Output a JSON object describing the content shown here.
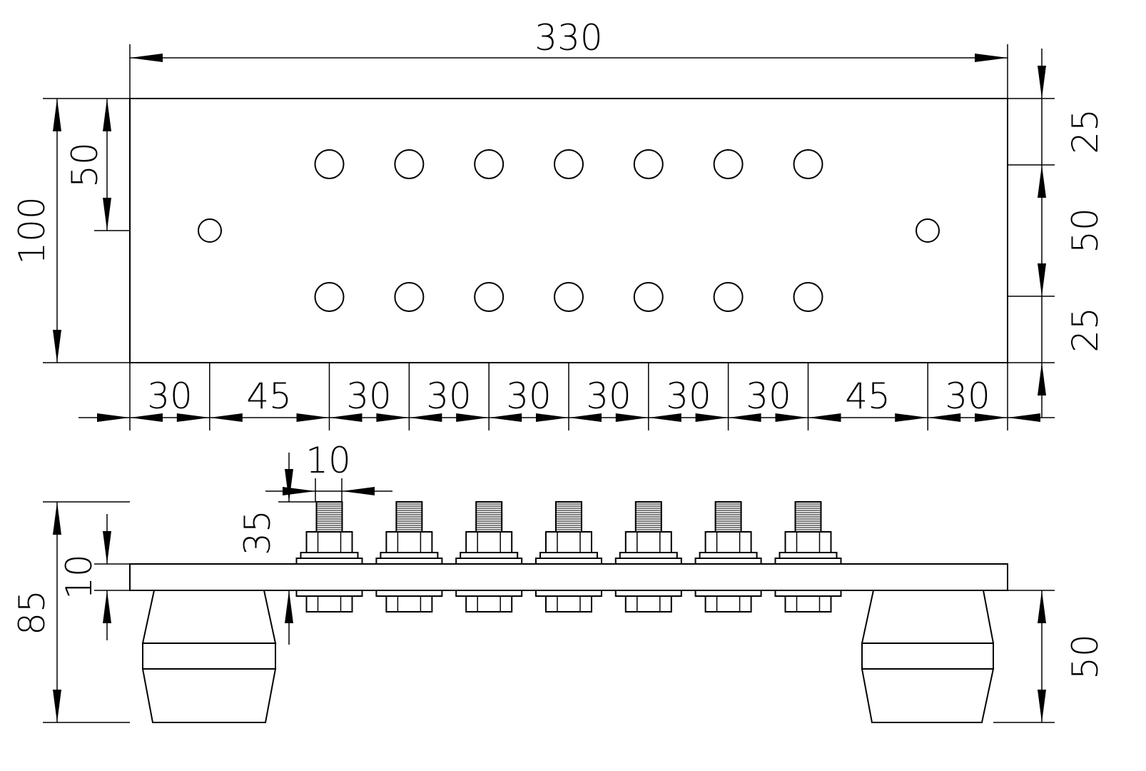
{
  "top_view": {
    "overall_width": "330",
    "overall_height": "100",
    "left_half_height": "50",
    "right_dims": [
      "25",
      "50",
      "25"
    ],
    "bottom_dims": [
      "30",
      "45",
      "30",
      "30",
      "30",
      "30",
      "30",
      "30",
      "45",
      "30"
    ]
  },
  "side_view": {
    "stud_diameter": "10",
    "stud_height": "35",
    "bar_thickness": "10",
    "overall_height": "85",
    "insulator_height": "50"
  }
}
